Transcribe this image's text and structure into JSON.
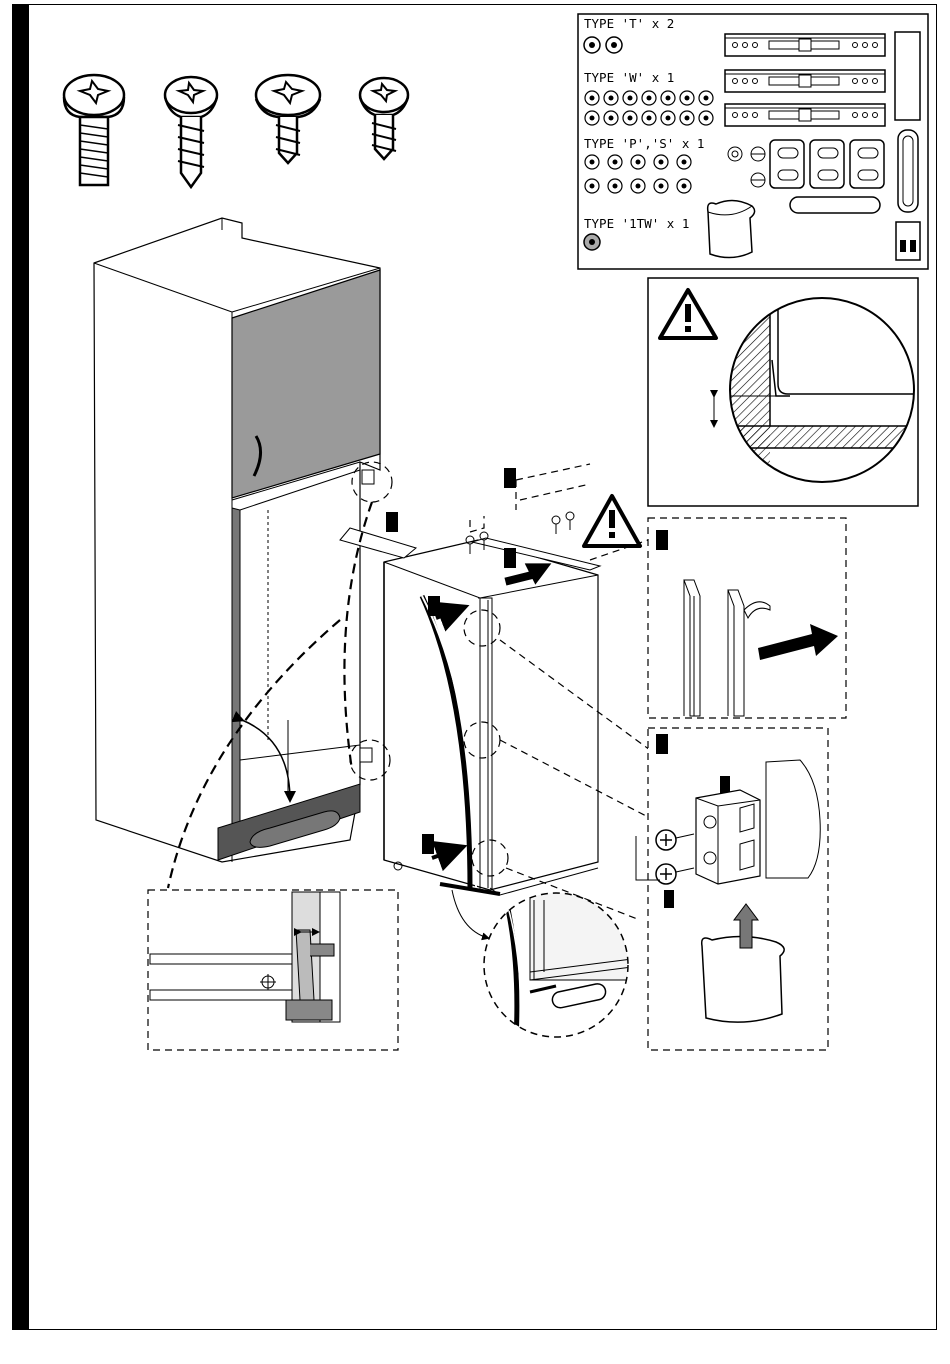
{
  "parts_box": {
    "type_t": "TYPE 'T' x 2",
    "type_w": "TYPE 'W' x 1",
    "type_ps": "TYPE 'P','S' x 1",
    "type_1tw": "TYPE '1TW' x 1"
  },
  "icons": {
    "warning_top": "warning-triangle-icon",
    "warning_mid": "warning-triangle-icon",
    "screws": [
      "machine-screw-icon",
      "wood-screw-icon",
      "washer-screw-icon",
      "short-screw-icon"
    ]
  },
  "colors": {
    "cabinet_door": "#9a9a9a",
    "plinth": "#555555",
    "line": "#000000"
  }
}
